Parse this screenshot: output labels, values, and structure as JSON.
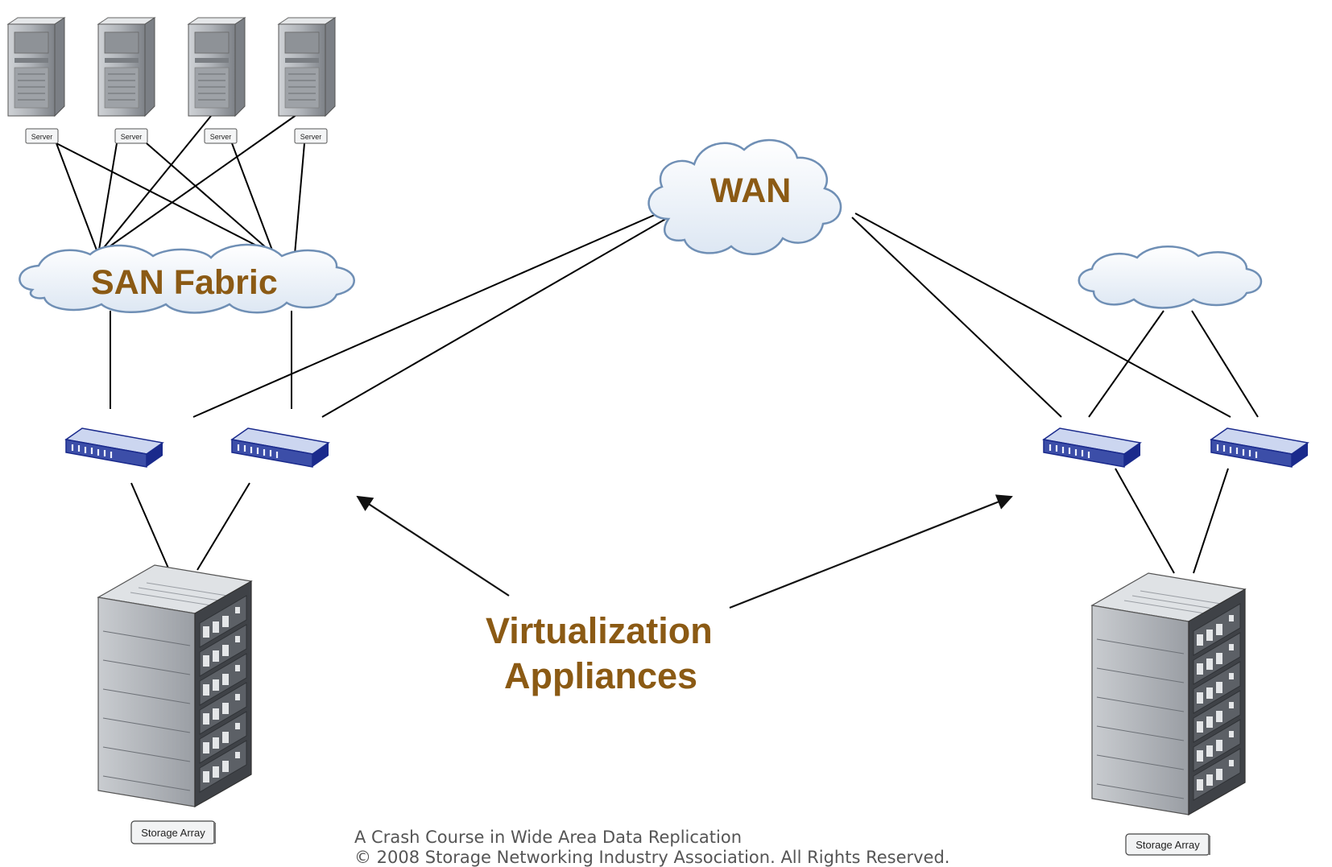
{
  "labels": {
    "wan": "WAN",
    "san_fabric": "SAN Fabric",
    "virtualization_line1": "Virtualization",
    "virtualization_line2": "Appliances"
  },
  "servers": [
    {
      "tag": "Server"
    },
    {
      "tag": "Server"
    },
    {
      "tag": "Server"
    },
    {
      "tag": "Server"
    }
  ],
  "storage": {
    "left_tag": "Storage Array",
    "right_tag": "Storage Array"
  },
  "footer": {
    "line1": "A Crash Course in Wide Area Data Replication",
    "line2": "© 2008 Storage Networking Industry Association. All Rights Reserved."
  },
  "colors": {
    "label": "#8B5A14",
    "appliance_blue": "#1a2a8c",
    "cloud_stroke": "#6f8fb5",
    "cloud_fill": "#eef3fa"
  }
}
